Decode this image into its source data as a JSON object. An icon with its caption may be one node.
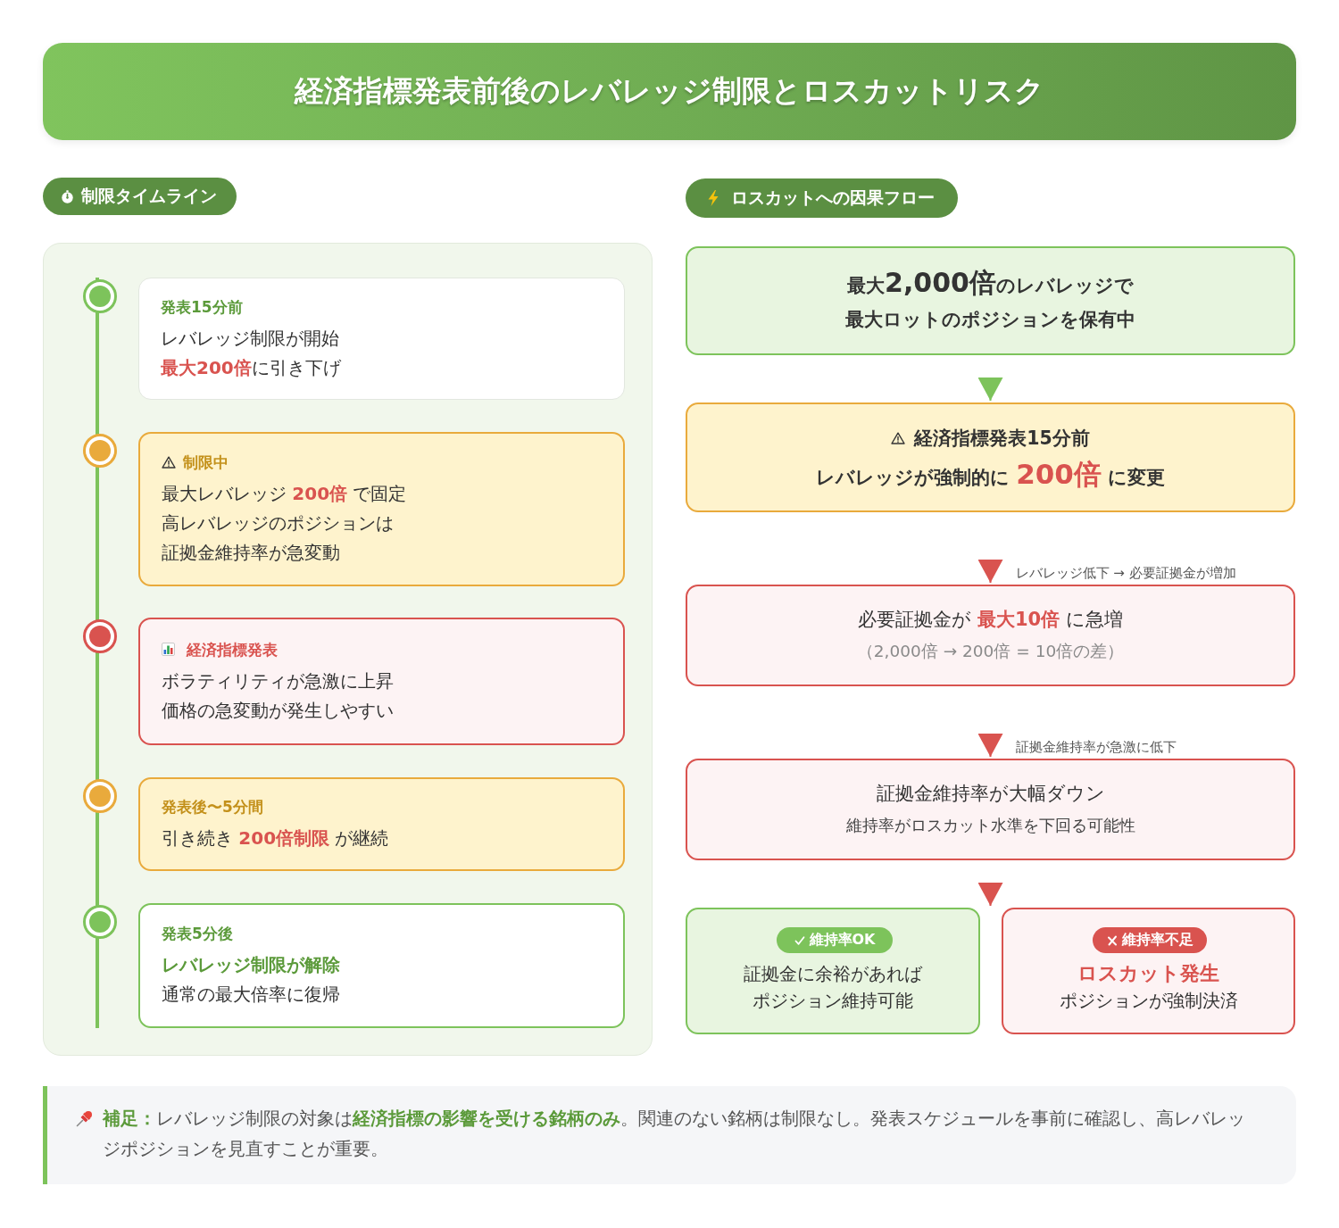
{
  "diagram": {
    "title": "経済指標発表前後のレバレッジ制限とロスカットリスク",
    "nodes": [
      {
        "text": [
          "制限タイムライン"
        ]
      },
      {
        "text": [],
        "shape": "box"
      },
      {
        "text": [
          "発表15分前",
          "レバレッジ制限が開始",
          "**最大200倍**に引き下げ"
        ],
        "in": 1
      },
      {
        "text": [
          "制限中",
          "最大レバレッジ **200倍** で固定",
          "高レバレッジのポジションは",
          "証拠金維持率が急変動"
        ],
        "in": 1
      },
      {
        "text": [
          "経済指標発表",
          "ボラティリティが急激に上昇",
          "価格の急変動が発生しやすい"
        ],
        "in": 1
      },
      {
        "text": [
          "発表後〜5分間",
          "引き続き **200倍制限** が継続"
        ],
        "in": 1
      },
      {
        "text": [
          "発表5分後",
          "レバレッジ制限が解除",
          "通常の最大倍率に復帰"
        ],
        "in": 1
      },
      {
        "text": [
          "ロスカットへの因果フロー"
        ]
      },
      {
        "text": [
          "最大**2,000倍**のレバレッジで",
          "最大ロットのポジションを保有中"
        ]
      },
      {
        "text": [
          "経済指標発表15分前",
          "レバレッジが強制的に **200倍** に変更"
        ]
      },
      {
        "text": [
          "必要証拠金が **最大10倍** に急増",
          "（2,000倍 → 200倍 = 10倍の差）"
        ]
      },
      {
        "text": [
          "証拠金維持率が大幅ダウン",
          "維持率がロスカット水準を下回る可能性"
        ]
      },
      {
        "text": [
          "証拠金に余裕があれば",
          "ポジション維持可能"
        ]
      },
      {
        "text": [
          "維持率OK"
        ],
        "in": 12
      },
      {
        "text": [
          "ロスカット発生",
          "ポジションが強制決済"
        ]
      },
      {
        "text": [
          "維持率不足"
        ],
        "in": 14
      },
      {
        "text": [
          "**補足：**レバレッジ制限の対象は**経済指標の影響を受ける銘柄のみ**。関連のない銘柄は制限なし。発表スケジュールを事前に確認し、高レバレッジポジションを見直すことが重要。"
        ]
      }
    ],
    "edges": [
      {
        "from": 8,
        "to": 9,
        "arrow": "to",
        "color": "#7dc35b"
      },
      {
        "from": 9,
        "to": 10,
        "arrow": "to",
        "label": "レバレッジ低下 → 必要証拠金が増加"
      },
      {
        "from": 10,
        "to": 11,
        "arrow": "to",
        "label": "証拠金維持率が急激に低下"
      },
      {
        "from": 11,
        "to": 12,
        "arrow": "to"
      },
      {
        "from": 11,
        "to": 14,
        "arrow": "to"
      }
    ]
  }
}
